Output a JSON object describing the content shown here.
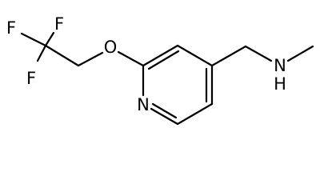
{
  "molecule": {
    "atoms": {
      "f_top": "F",
      "f_left": "F",
      "f_bottom": "F",
      "oxygen": "O",
      "nitrogen_ring": "N",
      "nitrogen_amine": "N",
      "amine_hydrogen": "H"
    }
  }
}
